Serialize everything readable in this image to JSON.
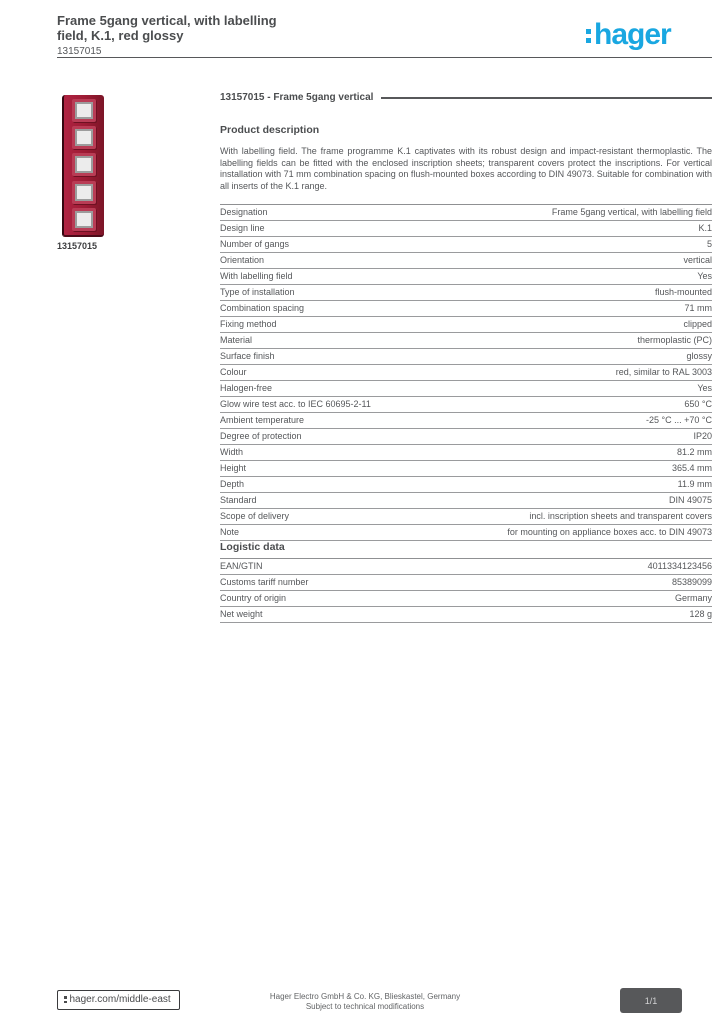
{
  "header": {
    "title_line1": "Frame 5gang vertical, with labelling",
    "title_line2": "field, K.1, red glossy",
    "reference": "13157015",
    "logo_text": "hager"
  },
  "product_image": {
    "caption": "13157015"
  },
  "overview": {
    "title": "13157015 - Frame 5gang vertical"
  },
  "description": {
    "heading": "Product description",
    "text": "With labelling field. The frame programme K.1 captivates with its robust design and impact-resistant thermoplastic. The labelling fields can be fitted with the enclosed inscription sheets; transparent covers protect the inscriptions. For vertical installation with 71 mm combination spacing on flush-mounted boxes according to DIN 49073. Suitable for combination with all inserts of the K.1 range."
  },
  "tech": {
    "rows": [
      {
        "label": "Designation",
        "value": "Frame 5gang vertical, with labelling field"
      },
      {
        "label": "Design line",
        "value": "K.1"
      },
      {
        "label": "Number of gangs",
        "value": "5"
      },
      {
        "label": "Orientation",
        "value": "vertical"
      },
      {
        "label": "With labelling field",
        "value": "Yes"
      },
      {
        "label": "Type of installation",
        "value": "flush-mounted"
      },
      {
        "label": "Combination spacing",
        "value": "71 mm"
      },
      {
        "label": "Fixing method",
        "value": "clipped"
      },
      {
        "label": "Material",
        "value": "thermoplastic (PC)"
      },
      {
        "label": "Surface finish",
        "value": "glossy"
      },
      {
        "label": "Colour",
        "value": "red, similar to RAL 3003"
      },
      {
        "label": "Halogen-free",
        "value": "Yes"
      },
      {
        "label": "Glow wire test acc. to IEC 60695-2-11",
        "value": "650 °C"
      },
      {
        "label": "Ambient temperature",
        "value": "-25 °C ... +70 °C"
      },
      {
        "label": "Degree of protection",
        "value": "IP20"
      },
      {
        "label": "Width",
        "value": "81.2 mm"
      },
      {
        "label": "Height",
        "value": "365.4 mm"
      },
      {
        "label": "Depth",
        "value": "11.9 mm"
      },
      {
        "label": "Standard",
        "value": "DIN 49075"
      },
      {
        "label": "Scope of delivery",
        "value": "incl. inscription sheets and transparent covers"
      },
      {
        "label": "Note",
        "value": "for mounting on appliance boxes acc. to DIN 49073"
      }
    ]
  },
  "logistics": {
    "heading": "Logistic data",
    "rows": [
      {
        "label": "EAN/GTIN",
        "value": "4011334123456"
      },
      {
        "label": "Customs tariff number",
        "value": "85389099"
      },
      {
        "label": "Country of origin",
        "value": "Germany"
      },
      {
        "label": "Net weight",
        "value": "128 g"
      }
    ]
  },
  "footer": {
    "website": "hager.com/middle-east",
    "center_line1": "Hager Electro GmbH & Co. KG, Blieskastel, Germany",
    "center_line2": "Subject to technical modifications",
    "page": "1/1"
  }
}
